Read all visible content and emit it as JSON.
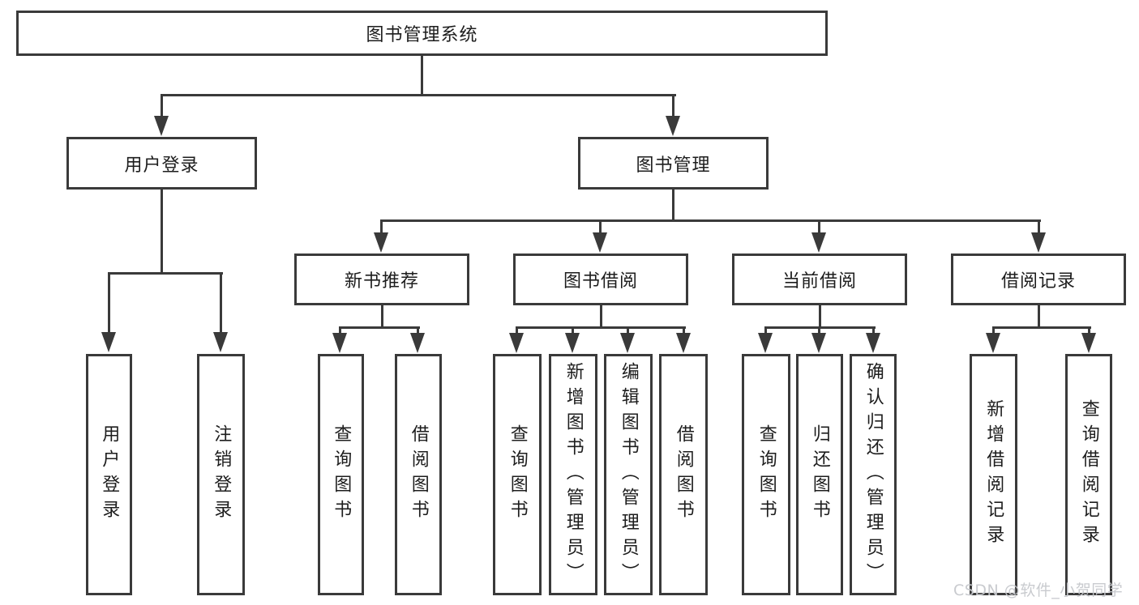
{
  "diagram": {
    "title": "图书管理系统",
    "root": {
      "label": "图书管理系统"
    },
    "level2": [
      {
        "label": "用户登录"
      },
      {
        "label": "图书管理"
      }
    ],
    "level3": [
      {
        "label": "新书推荐",
        "parent": "图书管理"
      },
      {
        "label": "图书借阅",
        "parent": "图书管理"
      },
      {
        "label": "当前借阅",
        "parent": "图书管理"
      },
      {
        "label": "借阅记录",
        "parent": "图书管理"
      }
    ],
    "leaves": [
      {
        "label": "用户登录",
        "parent": "用户登录"
      },
      {
        "label": "注销登录",
        "parent": "用户登录"
      },
      {
        "label": "查询图书",
        "parent": "新书推荐"
      },
      {
        "label": "借阅图书",
        "parent": "新书推荐"
      },
      {
        "label": "查询图书",
        "parent": "图书借阅"
      },
      {
        "label": "新增图书（管理员）",
        "parent": "图书借阅"
      },
      {
        "label": "编辑图书（管理员）",
        "parent": "图书借阅"
      },
      {
        "label": "借阅图书",
        "parent": "图书借阅"
      },
      {
        "label": "查询图书",
        "parent": "当前借阅"
      },
      {
        "label": "归还图书",
        "parent": "当前借阅"
      },
      {
        "label": "确认归还（管理员）",
        "parent": "当前借阅"
      },
      {
        "label": "新增借阅记录",
        "parent": "借阅记录"
      },
      {
        "label": "查询借阅记录",
        "parent": "借阅记录"
      }
    ]
  },
  "watermark": {
    "text": "CSDN @软件_小贺同学"
  },
  "colors": {
    "line": "#3a3a3a",
    "text": "#1d1d1d",
    "background": "#ffffff",
    "watermark": "#c6c8cc"
  }
}
